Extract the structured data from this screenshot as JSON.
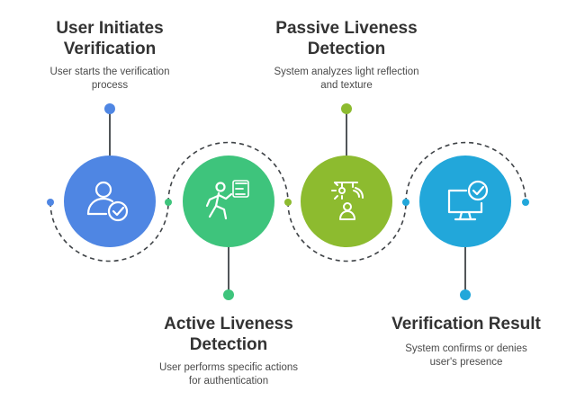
{
  "steps": [
    {
      "title": "User Initiates\nVerification",
      "description": "User starts the verification\nprocess",
      "color": "#4f86e3",
      "icon": "user-check-icon"
    },
    {
      "title": "Active Liveness\nDetection",
      "description": "User performs specific actions\nfor authentication",
      "color": "#3ec47c",
      "icon": "person-action-icon"
    },
    {
      "title": "Passive Liveness\nDetection",
      "description": "System analyzes light reflection\nand texture",
      "color": "#8dbb2f",
      "icon": "light-sensor-icon"
    },
    {
      "title": "Verification Result",
      "description": "System confirms or denies\nuser's presence",
      "color": "#22a7da",
      "icon": "monitor-check-icon"
    }
  ],
  "connector_color": "#3f4347"
}
